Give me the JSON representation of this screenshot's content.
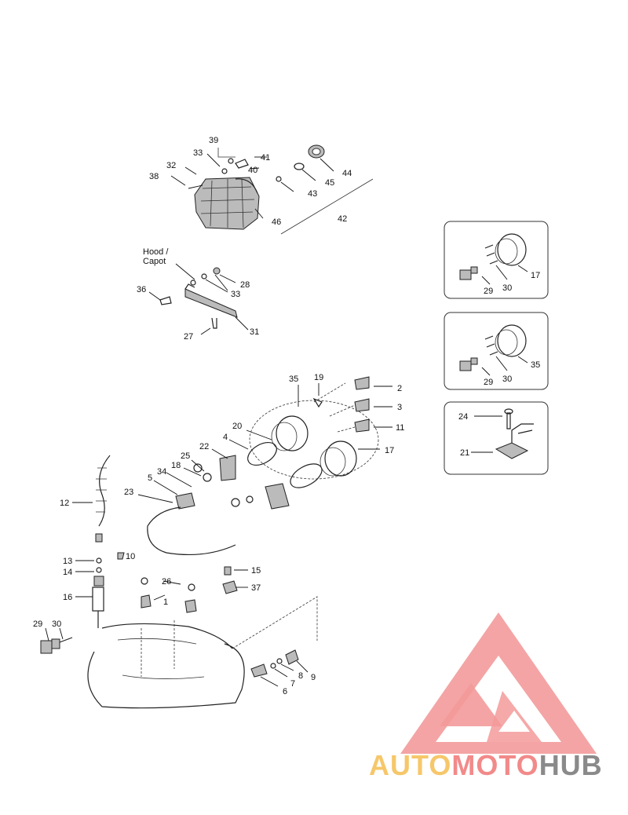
{
  "diagram": {
    "hood_label_line1": "Hood /",
    "hood_label_line2": "Capot",
    "callouts": [
      "1",
      "2",
      "3",
      "4",
      "5",
      "6",
      "7",
      "8",
      "9",
      "10",
      "11",
      "12",
      "13",
      "14",
      "15",
      "16",
      "17",
      "18",
      "19",
      "20",
      "21",
      "22",
      "23",
      "24",
      "25",
      "26",
      "27",
      "28",
      "29",
      "30",
      "31",
      "32",
      "33",
      "34",
      "35",
      "36",
      "37",
      "38",
      "39",
      "40",
      "41",
      "42",
      "43",
      "44",
      "45",
      "46"
    ]
  },
  "watermark": {
    "part1": "AUTO",
    "part2": "MOTO",
    "part3": "HUB",
    "color_auto": "#f6c76a",
    "color_moto": "#f28a8a",
    "color_hub": "#8a8a8a"
  }
}
